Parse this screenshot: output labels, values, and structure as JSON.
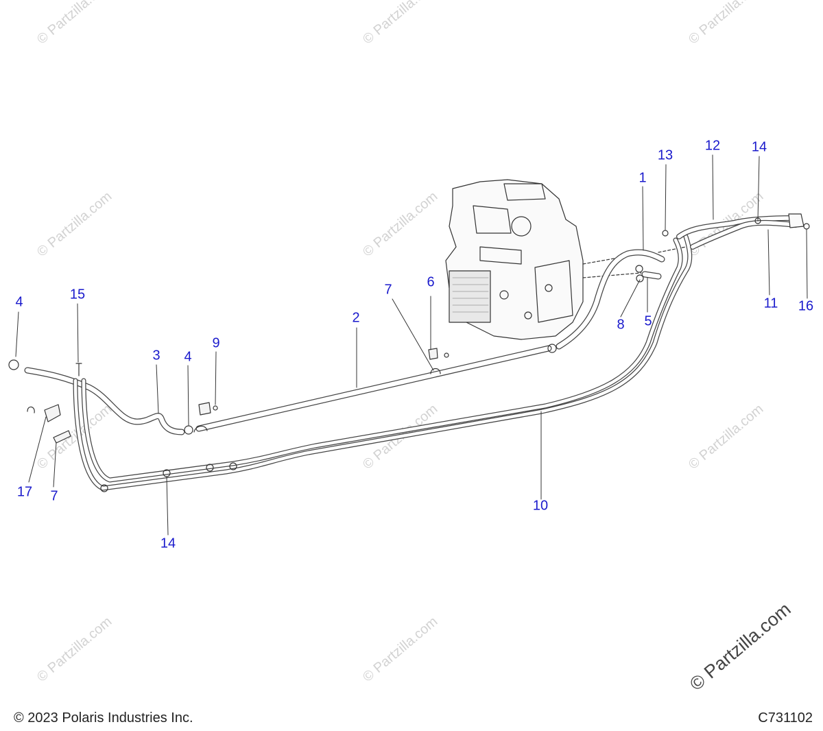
{
  "watermark": {
    "text": "© Partzilla.com",
    "large_text": "© Partzilla.com"
  },
  "callouts": [
    {
      "id": "c1",
      "label": "1"
    },
    {
      "id": "c2",
      "label": "2"
    },
    {
      "id": "c3",
      "label": "3"
    },
    {
      "id": "c4a",
      "label": "4"
    },
    {
      "id": "c4b",
      "label": "4"
    },
    {
      "id": "c5",
      "label": "5"
    },
    {
      "id": "c6",
      "label": "6"
    },
    {
      "id": "c7a",
      "label": "7"
    },
    {
      "id": "c7b",
      "label": "7"
    },
    {
      "id": "c8",
      "label": "8"
    },
    {
      "id": "c9",
      "label": "9"
    },
    {
      "id": "c10",
      "label": "10"
    },
    {
      "id": "c11",
      "label": "11"
    },
    {
      "id": "c12",
      "label": "12"
    },
    {
      "id": "c13",
      "label": "13"
    },
    {
      "id": "c14a",
      "label": "14"
    },
    {
      "id": "c14b",
      "label": "14"
    },
    {
      "id": "c15",
      "label": "15"
    },
    {
      "id": "c16",
      "label": "16"
    },
    {
      "id": "c17",
      "label": "17"
    }
  ],
  "footer": {
    "copyright": "© 2023 Polaris Industries Inc.",
    "diagram_code": "C731102"
  },
  "colors": {
    "callout": "#1a1acc",
    "line_art": "#333333",
    "watermark": "#d2d2d2"
  }
}
